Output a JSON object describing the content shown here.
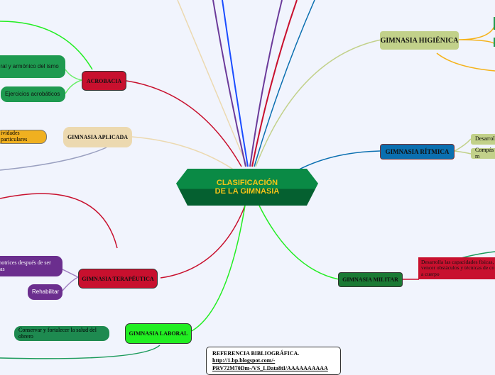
{
  "central": {
    "title": "CLASIFICACIÓN DE LA GIMNASIA"
  },
  "topics": {
    "acrobacia": {
      "label": "ACROBACIA",
      "children": [
        "eral y armónico del ismo",
        "Ejercicios acrobáticos"
      ]
    },
    "aplicada": {
      "label": "GIMNASIA APLICADA",
      "children": [
        "ividades particulares"
      ]
    },
    "terapeutica": {
      "label": "GIMNASIA TERAPÉUTICA",
      "children": [
        "motrices después de ser das",
        "Rehabilitar"
      ]
    },
    "laboral": {
      "label": "GIMNASIA LABORAL",
      "children": [
        "Conservar y fortalecer la salud del obrero"
      ]
    },
    "higienica": {
      "label": "GIMNASIA HIGIÉNICA"
    },
    "ritmica": {
      "label": "GIMNASIA RÍTMICA",
      "children": [
        "Desarrolla",
        "Compás m"
      ]
    },
    "militar": {
      "label": "GIMNASIA MILITAR",
      "children": [
        "Desarrolla las capacidades físicas, vencer obstáculos y técnicas de co a cuerpo"
      ]
    }
  },
  "reference": {
    "title": "REFERENCIA BIBLIOGRÁFICA.",
    "link": "http://1.bp.blogspot.com/-",
    "link2": "PRV72M70Dm-/VS_LData8tI/AAAAAAAAAA"
  },
  "colors": {
    "central": "#0a7a3a",
    "acrobacia": "#c8102e",
    "aplicada": "#ecd9b0",
    "terapeutica": "#c8102e",
    "laboral": "#22ee22",
    "higienica": "#c2d18a",
    "ritmica": "#0a6fb0",
    "militar": "#1b7a34"
  }
}
